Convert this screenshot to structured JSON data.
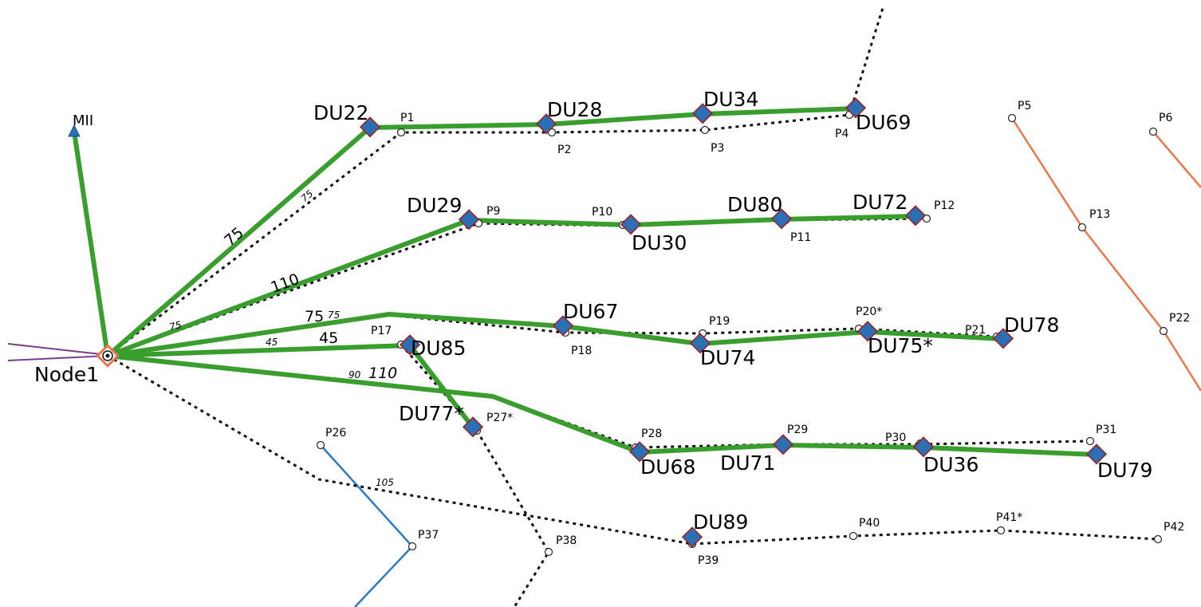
{
  "map": {
    "source_node": {
      "label": "Node1"
    },
    "feeder_marker": {
      "label": "MII",
      "icon": "triangle-marker-icon"
    },
    "distribution_units": [
      "DU22",
      "DU28",
      "DU34",
      "DU69",
      "DU29",
      "DU30",
      "DU80",
      "DU72",
      "DU67",
      "DU74",
      "DU75*",
      "DU78",
      "DU85",
      "DU77*",
      "DU68",
      "DU71",
      "DU36",
      "DU79",
      "DU89"
    ],
    "points": [
      "P1",
      "P2",
      "P3",
      "P4",
      "P5",
      "P6",
      "P9",
      "P10",
      "P11",
      "P12",
      "P13",
      "P17",
      "P18",
      "P19",
      "P20*",
      "P21",
      "P22",
      "P26",
      "P27*",
      "P28",
      "P29",
      "P30",
      "P31",
      "P37",
      "P38",
      "P39",
      "P40",
      "P41*",
      "P42"
    ],
    "cable_lengths": {
      "route1_main": "75",
      "route1_alt": "75",
      "route2_main": "110",
      "route3_main": "75",
      "route3_alt": "75",
      "route3_alt2": "75",
      "route4_main": "45",
      "route4_alt": "45",
      "route5_main": "110",
      "route5_alt": "90",
      "route6_alt": "105"
    },
    "colors": {
      "active_route": "#3a9e2f",
      "planned_route": "#111111",
      "orange_line": "#e8774e",
      "blue_line": "#2b7bc0",
      "purple_line": "#7a3d8c",
      "du_fill": "#2b6fb5",
      "du_border": "#a01c1c"
    }
  }
}
